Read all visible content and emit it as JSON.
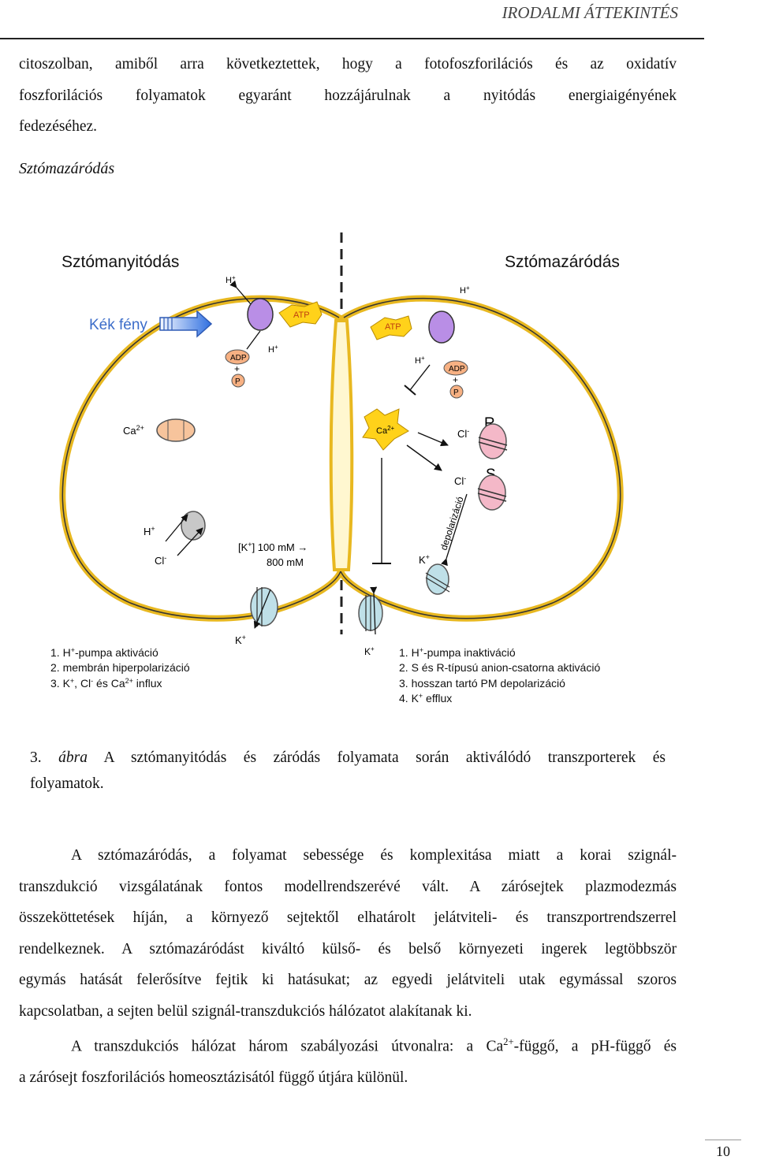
{
  "header": {
    "section": "IRODALMI ÁTTEKINTÉS"
  },
  "intro": {
    "l1": "citoszolban, amiből arra következtettek, hogy a fotofoszforilációs és az oxidatív",
    "l2": "foszforilációs folyamatok egyaránt hozzájárulnak a nyitódás energiaigényének",
    "l3": "fedezéséhez."
  },
  "section_title": "Sztómazáródás",
  "figure": {
    "title_left": "Sztómanyitódás",
    "title_right": "Sztómazáródás",
    "blue_light": "Kék fény",
    "atp": "ATP",
    "adp": "ADP",
    "plus": "+",
    "p": "P",
    "h": "H",
    "hsup": "+",
    "ca": "Ca",
    "ca_sup": "2+",
    "cl": "Cl",
    "cl_sup": "-",
    "k": "K",
    "r": "R",
    "s": "S",
    "conc_a": "[K",
    "conc_b": "] 100 mM ",
    "conc_arrow": "→",
    "conc_c": "800 mM",
    "depol": "depolarizáció",
    "left_list": [
      {
        "pre": "1. H",
        "sup": "+",
        "post": "-pumpa aktiváció"
      },
      {
        "pre": "2. membrán hiperpolarizáció",
        "sup": "",
        "post": ""
      },
      {
        "pre": "3. K",
        "sup": "+",
        "mid": ", Cl",
        "sup2": "-",
        "mid2": " és Ca",
        "sup3": "2+",
        "post": " influx"
      }
    ],
    "right_list": [
      {
        "pre": "1. H",
        "sup": "+",
        "post": "-pumpa inaktiváció"
      },
      {
        "pre": "2. S és R-típusú anion-csatorna aktiváció",
        "sup": "",
        "post": ""
      },
      {
        "pre": "3. hosszan tartó PM depolarizáció",
        "sup": "",
        "post": ""
      },
      {
        "pre": "4. K",
        "sup": "+",
        "post": " efflux"
      }
    ]
  },
  "caption": {
    "num": "3.",
    "word": "ábra",
    "l1": " A sztómanyitódás és záródás folyamata során aktiválódó transzporterek és",
    "l2": "folyamatok."
  },
  "body": {
    "p1_l1": "A sztómazáródás, a folyamat sebessége és komplexitása miatt a korai szignál-",
    "p1_l2": "transzdukció vizsgálatának fontos modellrendszerévé vált. A zárósejtek plazmodezmás",
    "p1_l3": "összeköttetések híján, a környező sejtektől elhatárolt jelátviteli- és transzportrendszerrel",
    "p1_l4": "rendelkeznek. A sztómazáródást kiváltó külső- és belső környezeti ingerek legtöbbször",
    "p1_l5": "egymás hatását felerősítve fejtik ki hatásukat; az egyedi jelátviteli utak egymással szoros",
    "p1_l6": "kapcsolatban, a sejten belül szignál-transzdukciós hálózatot alakítanak ki.",
    "p2_l1a": "A transzdukciós hálózat három szabályozási útvonalra: a Ca",
    "p2_sup": "2+",
    "p2_l1b": "-függő, a pH-függő és",
    "p2_l2": "a zárósejt foszforilációs homeosztázisától függő útjára különül."
  },
  "page_number": "10",
  "colors": {
    "cell_border": "#e8b820",
    "atp": "#ffd21a",
    "pump": "#b98ee6",
    "adp": "#f7b183",
    "channel_blue": "#bfe0e8",
    "channel_pink": "#f4b8c8",
    "ca_pump": "#f7c49c",
    "grey_pump": "#c8c8c8",
    "blue_text": "#3b6cc9"
  }
}
